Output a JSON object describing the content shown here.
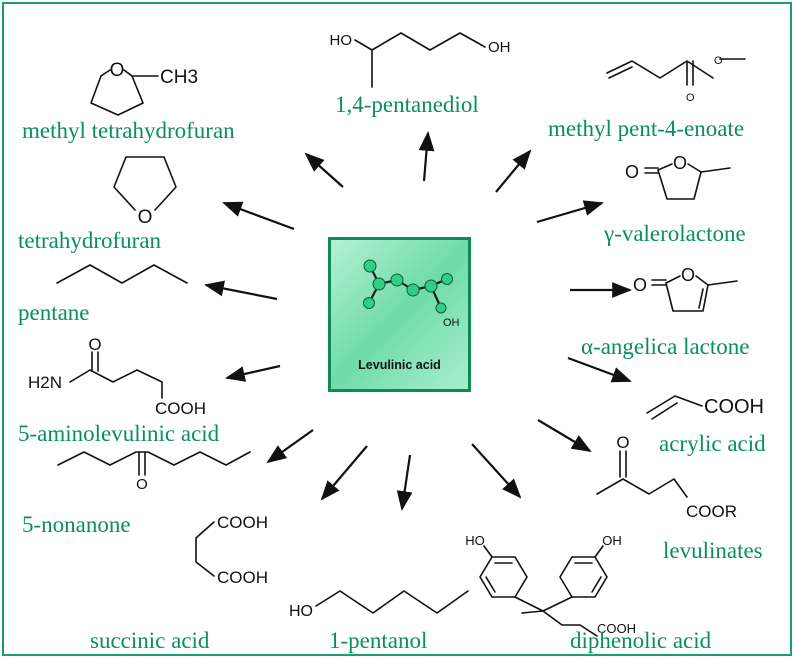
{
  "center": {
    "label": "Levulinic acid",
    "oh": "OH",
    "accent": "#0a8f5a",
    "fill": "#6fdba9"
  },
  "products": [
    {
      "label": "methyl tetrahydrofuran",
      "atoms": [
        "O",
        "CH3"
      ]
    },
    {
      "label": "1,4-pentanediol",
      "atoms": [
        "HO",
        "OH"
      ]
    },
    {
      "label": "methyl pent-4-enoate",
      "atoms": [
        "O",
        "O"
      ]
    },
    {
      "label": "tetrahydrofuran",
      "atoms": [
        "O"
      ]
    },
    {
      "label": "γ-valerolactone",
      "atoms": [
        "O",
        "O"
      ]
    },
    {
      "label": "pentane",
      "atoms": []
    },
    {
      "label": "α-angelica lactone",
      "atoms": [
        "O",
        "O"
      ]
    },
    {
      "label": "5-aminolevulinic acid",
      "atoms": [
        "H2N",
        "O",
        "COOH"
      ]
    },
    {
      "label": "acrylic acid",
      "atoms": [
        "COOH"
      ]
    },
    {
      "label": "5-nonanone",
      "atoms": [
        "O"
      ]
    },
    {
      "label": "levulinates",
      "atoms": [
        "O",
        "COOR"
      ]
    },
    {
      "label": "succinic acid",
      "atoms": [
        "COOH",
        "COOH"
      ]
    },
    {
      "label": "1-pentanol",
      "atoms": [
        "HO"
      ]
    },
    {
      "label": "diphenolic acid",
      "atoms": [
        "HO",
        "OH",
        "COOH"
      ]
    }
  ]
}
